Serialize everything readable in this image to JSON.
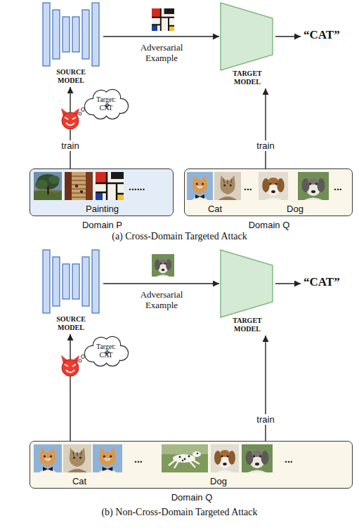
{
  "diagram": {
    "nodes": [
      {
        "text": [
          "SOURCE MODEL"
        ]
      },
      {
        "text": [
          "Target: CAT"
        ]
      },
      {
        "text": [
          "TARGET MODEL"
        ]
      },
      {
        "text": [
          "......",
          "Painting",
          "Domain P"
        ]
      },
      {
        "text": [
          "...",
          "...",
          "Cat",
          "Dog",
          "Domain Q"
        ]
      },
      {
        "text": [
          "SOURCE MODEL"
        ]
      },
      {
        "text": [
          "Target: CAT"
        ]
      },
      {
        "text": [
          "TARGET MODEL"
        ]
      },
      {
        "text": [
          "...",
          "...",
          "Cat",
          "Dog",
          "Domain Q"
        ]
      }
    ],
    "edges": [
      {
        "from": 0,
        "to": 2,
        "label": "Adversarial Example",
        "arrow": "to"
      },
      {
        "from": 3,
        "to": 0,
        "label": "train",
        "arrow": "to"
      },
      {
        "from": 4,
        "to": 2,
        "label": "train",
        "arrow": "to"
      },
      {
        "from": 5,
        "to": 7,
        "label": "Adversarial Example",
        "arrow": "to"
      },
      {
        "from": 8,
        "to": 5,
        "arrow": "to"
      },
      {
        "from": 8,
        "to": 7,
        "label": "train",
        "arrow": "to"
      }
    ],
    "labels": [
      "“CAT”",
      "(a) Cross-Domain Targeted Attack",
      "“CAT”",
      "(b) Non-Cross-Domain Targeted Attack"
    ]
  }
}
